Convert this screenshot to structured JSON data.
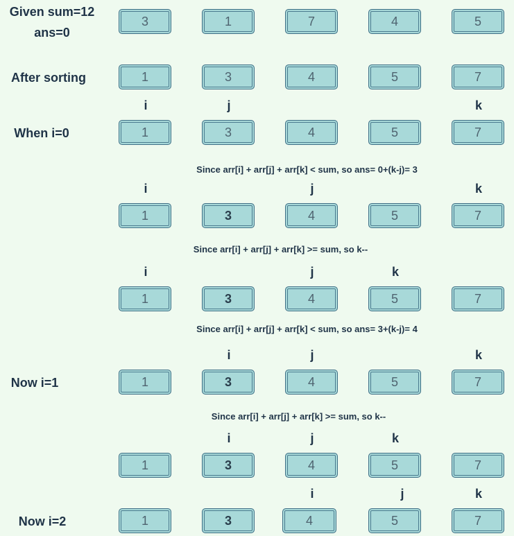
{
  "labels": {
    "given_sum": "Given sum=12",
    "ans0": "ans=0",
    "after_sorting": "After sorting",
    "when_i0": "When i=0",
    "now_i1": "Now i=1",
    "now_i2": "Now i=2"
  },
  "rows": {
    "r1": [
      "3",
      "1",
      "7",
      "4",
      "5"
    ],
    "r2": [
      "1",
      "3",
      "4",
      "5",
      "7"
    ],
    "r3": [
      "1",
      "3",
      "4",
      "5",
      "7"
    ],
    "r4": [
      "1",
      "3",
      "4",
      "5",
      "7"
    ],
    "r5": [
      "1",
      "3",
      "4",
      "5",
      "7"
    ],
    "r6": [
      "1",
      "3",
      "4",
      "5",
      "7"
    ],
    "r7": [
      "1",
      "3",
      "4",
      "5",
      "7"
    ],
    "r8": [
      "1",
      "3",
      "4",
      "5",
      "7"
    ]
  },
  "pointers": {
    "i": "i",
    "j": "j",
    "k": "k"
  },
  "notes": {
    "n1": "Since arr[i] + arr[j] + arr[k] < sum, so ans= 0+(k-j)= 3",
    "n2": "Since arr[i] + arr[j] + arr[k] >= sum, so k--",
    "n3": "Since arr[i] + arr[j] + arr[k] < sum, so ans= 3+(k-j)= 4",
    "n4": "Since arr[i] + arr[j] + arr[k] >= sum, so k--"
  },
  "colors": {
    "background": "#effaef",
    "cell_fill": "#a8d9d9",
    "cell_border": "#3f6f86",
    "text": "#1f3347"
  }
}
